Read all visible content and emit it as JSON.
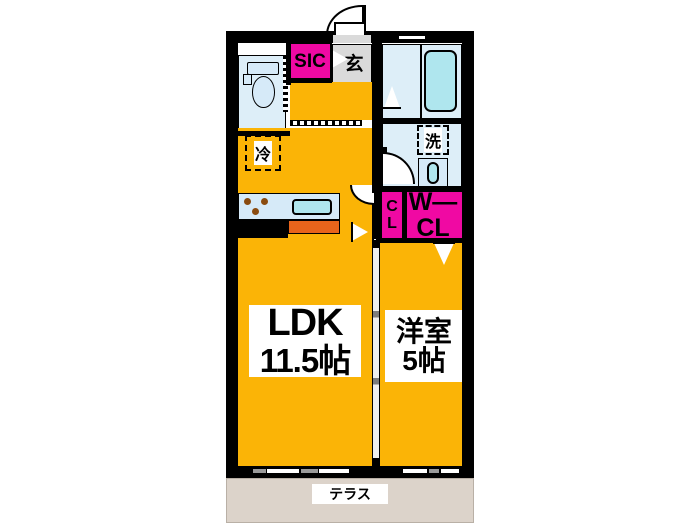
{
  "plan": {
    "title": "Japanese apartment floor plan (1LDK)",
    "colors": {
      "room_yellow": "#FBB406",
      "closet_magenta": "#F009A3",
      "water_blue": "#D6EAF8",
      "tile_blue": "#DDEEF8",
      "entry_gray": "#DADADA",
      "terrace_beige": "#DCD3CA",
      "wall_black": "#000000",
      "counter_orange": "#E8641B"
    }
  },
  "rooms": {
    "ldk": {
      "name": "LDK",
      "size": "11.5帖"
    },
    "bedroom": {
      "name": "洋室",
      "size": "5帖"
    },
    "terrace": {
      "label": "テラス"
    },
    "entrance": {
      "label": "玄"
    },
    "shoe_closet": {
      "label": "SIC"
    },
    "closet_small": {
      "label_line1": "C",
      "label_line2": "L"
    },
    "walk_in_closet": {
      "label_line1": "W—",
      "label_line2": "CL"
    },
    "refrigerator": {
      "label": "冷"
    },
    "washer": {
      "label": "洗"
    }
  },
  "fixtures": {
    "toilet": "toilet-icon",
    "bathtub": "bathtub-icon",
    "vanity_sink": "vanity-sink-icon",
    "kitchen_sink": "kitchen-sink-icon",
    "stove": "stove-burners-icon",
    "entrance_door": "entrance-door-icon"
  }
}
